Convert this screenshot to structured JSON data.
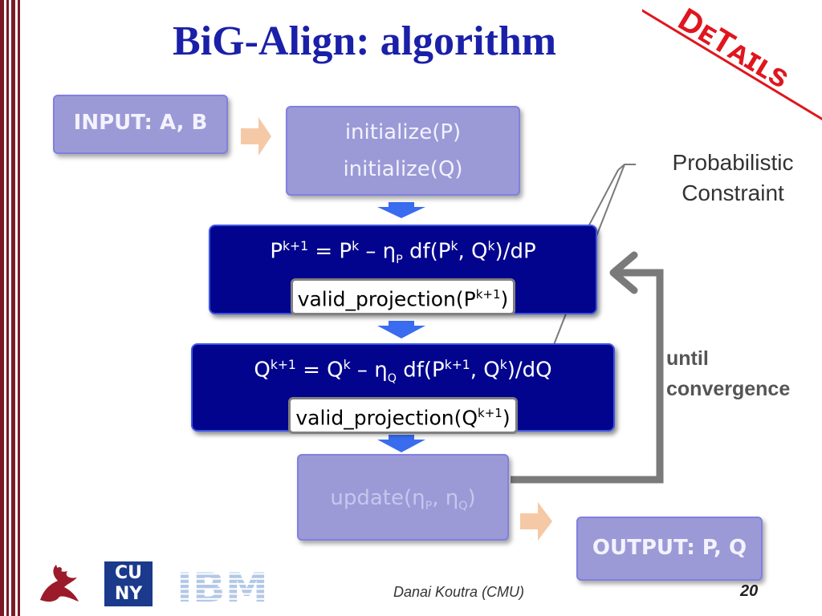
{
  "slide": {
    "title": "BiG-Align: algorithm",
    "banner": "DᴇTᴀɪʟs"
  },
  "flow": {
    "input": "INPUT: A, B",
    "init_p": "initialize(P)",
    "init_q": "initialize(Q)",
    "p_update": {
      "lhs": "P",
      "lhs_sup": "k+1",
      "eq": " = P",
      "pk_sup": "k",
      "minus": " – η",
      "eta_sub": "P",
      "df": " df(P",
      "df_p_sup": "k",
      "comma": ", Q",
      "df_q_sup": "k",
      "tail": ")/dP"
    },
    "p_projection": {
      "text": "valid_projection(P",
      "sup": "k+1",
      "close": ")"
    },
    "q_update": {
      "lhs": "Q",
      "lhs_sup": "k+1",
      "eq": " = Q",
      "qk_sup": "k",
      "minus": " – η",
      "eta_sub": "Q",
      "df": " df(P",
      "df_p_sup": "k+1",
      "comma": ", Q",
      "df_q_sup": "k",
      "tail": ")/dQ"
    },
    "q_projection": {
      "text": "valid_projection(Q",
      "sup": "k+1",
      "close": ")"
    },
    "update": {
      "pre": "update(η",
      "sub1": "P",
      "mid": ", η",
      "sub2": "Q",
      "close": ")"
    },
    "output": "OUTPUT: P, Q"
  },
  "annotations": {
    "constraint_line1": "Probabilistic",
    "constraint_line2": "Constraint",
    "loop_line1": "until",
    "loop_line2": "convergence"
  },
  "footer": {
    "logos": [
      "CU",
      "NY",
      "IBM"
    ],
    "author": "Danai Koutra (CMU)",
    "page": "20"
  },
  "colors": {
    "title": "#1a20a8",
    "dark_box": "#02048d",
    "pale_box": "#9b9ad6",
    "banner": "#e0161e",
    "arrow_blue": "#3a6cf0",
    "arrow_peach": "#f5c9a6",
    "stripe": "#7a1a25"
  }
}
